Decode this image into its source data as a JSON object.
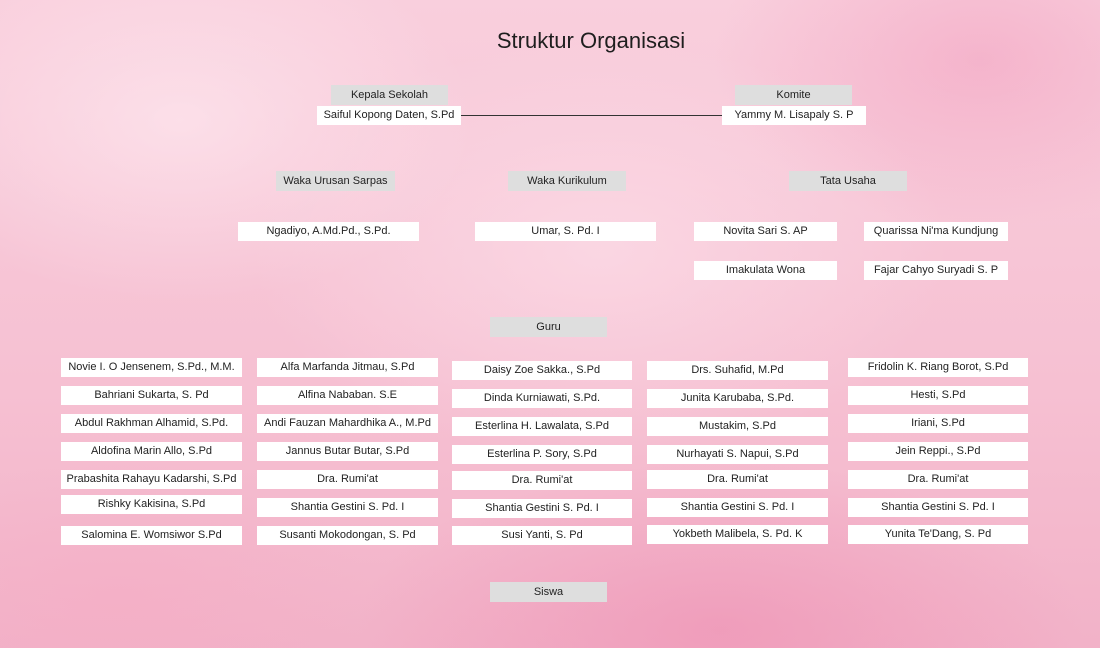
{
  "title": "Struktur Organisasi",
  "kepala": {
    "label": "Kepala Sekolah",
    "name": "Saiful Kopong Daten, S.Pd"
  },
  "komite": {
    "label": "Komite",
    "name": "Yammy M. Lisapaly S. P"
  },
  "waka_sarpras": {
    "label": "Waka  Urusan Sarpas",
    "name": "Ngadiyo, A.Md.Pd., S.Pd."
  },
  "waka_kurikulum": {
    "label": "Waka Kurikulum",
    "name": "Umar, S. Pd. I"
  },
  "tata_usaha": {
    "label": "Tata Usaha",
    "members": [
      "Novita Sari S. AP",
      "Quarissa Ni'ma Kundjung",
      "Imakulata Wona",
      "Fajar Cahyo Suryadi S. P"
    ]
  },
  "guru": {
    "label": "Guru",
    "columns": [
      [
        "Novie I. O Jensenem, S.Pd., M.M.",
        "Bahriani Sukarta, S. Pd",
        "Abdul Rakhman Alhamid, S.Pd.",
        "Aldofina Marin Allo, S.Pd",
        "Prabashita Rahayu Kadarshi, S.Pd",
        "Rishky Kakisina, S.Pd",
        "Salomina E. Womsiwor S.Pd"
      ],
      [
        "Alfa Marfanda Jitmau, S.Pd",
        "Alfina Nababan. S.E",
        "Andi Fauzan Mahardhika A., M.Pd",
        "Jannus Butar Butar, S.Pd",
        "Dra. Rumi'at",
        "Shantia Gestini S. Pd. I",
        "Susanti Mokodongan, S. Pd"
      ],
      [
        "Daisy Zoe Sakka., S.Pd",
        "Dinda Kurniawati, S.Pd.",
        "Esterlina H. Lawalata, S.Pd",
        "Esterlina P. Sory, S.Pd",
        "Dra. Rumi'at",
        "Shantia Gestini S. Pd. I",
        "Susi Yanti, S. Pd"
      ],
      [
        "Drs. Suhafid, M.Pd",
        "Junita Karubaba, S.Pd.",
        "Mustakim, S.Pd",
        "Nurhayati S. Napui, S.Pd",
        "Dra. Rumi'at",
        "Shantia Gestini S. Pd. I",
        "Yokbeth Malibela, S. Pd. K"
      ],
      [
        "Fridolin K. Riang Borot, S.Pd",
        "Hesti, S.Pd",
        "Iriani, S.Pd",
        "Jein Reppi., S.Pd",
        "Dra. Rumi'at",
        "Shantia Gestini S. Pd. I",
        "Yunita Te'Dang, S. Pd"
      ]
    ]
  },
  "siswa": {
    "label": "Siswa"
  }
}
